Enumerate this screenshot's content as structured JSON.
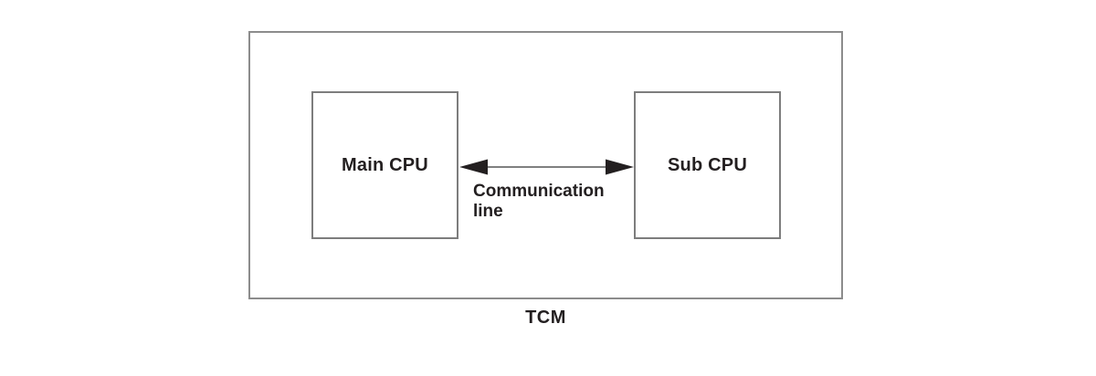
{
  "diagram": {
    "outer_label": "TCM",
    "nodes": [
      {
        "id": "main-cpu",
        "label": "Main CPU"
      },
      {
        "id": "sub-cpu",
        "label": "Sub CPU"
      }
    ],
    "connection": {
      "label": "Communication line",
      "type": "bidirectional-arrow"
    },
    "colors": {
      "background": "#ffffff",
      "outer_border": "#8c8c8c",
      "node_border": "#7d7d7d",
      "text": "#231f20",
      "arrow_line": "#7f8080",
      "arrow_head": "#231f20"
    }
  }
}
